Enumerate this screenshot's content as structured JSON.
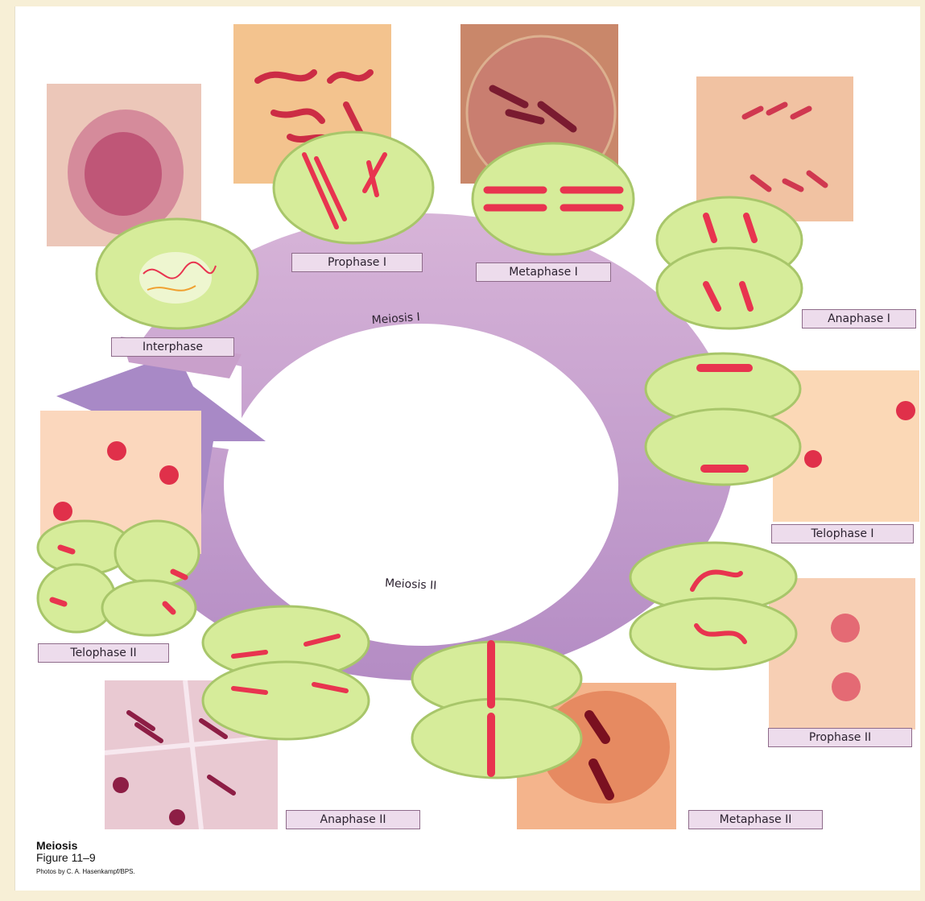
{
  "figure": {
    "title": "Meiosis",
    "number": "Figure 11–9",
    "credit": "Photos by C. A. Hasenkampf/BPS."
  },
  "cycle": {
    "meiosis1_label": "Meiosis I",
    "meiosis2_label": "Meiosis II"
  },
  "phases": {
    "interphase": "Interphase",
    "prophase1": "Prophase I",
    "metaphase1": "Metaphase I",
    "anaphase1": "Anaphase I",
    "telophase1": "Telophase I",
    "prophase2": "Prophase II",
    "metaphase2": "Metaphase II",
    "anaphase2": "Anaphase II",
    "telophase2": "Telophase II"
  },
  "colors": {
    "ring": "#c9a0cb",
    "ring_dark": "#a97cb8",
    "cell_fill": "#d6ec9a",
    "cell_edge": "#a8c66a",
    "chromosome": "#e8344f",
    "photo_bg": "#f2c896",
    "label_fill": "#eddcec"
  }
}
